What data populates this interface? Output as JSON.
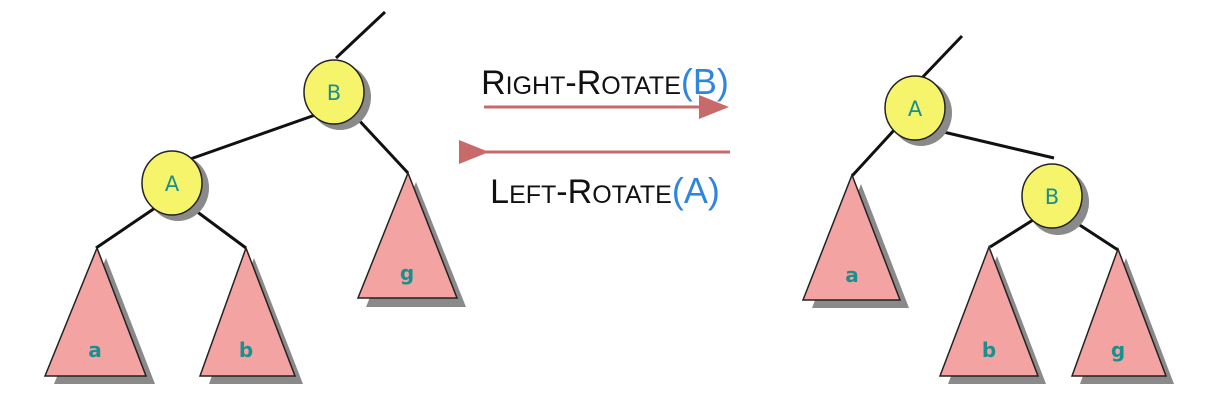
{
  "colors": {
    "node_fill": "#f5f46b",
    "node_stroke": "#222222",
    "leaf_fill": "#f4a3a3",
    "leaf_stroke": "#222222",
    "shadow": "#8a8a8a",
    "edge": "#111111",
    "arrow": "#c96a6a",
    "label_text": "#1a8f8f",
    "op_text": "#111111",
    "op_arg": "#2e86de"
  },
  "operations": {
    "right_rotate": {
      "name_first": "R",
      "name_rest": "IGHT",
      "sep": "-",
      "name2_first": "R",
      "name2_rest": "OTATE",
      "open": "(",
      "arg": "B",
      "close": ")"
    },
    "left_rotate": {
      "name_first": "L",
      "name_rest": "EFT",
      "sep": "-",
      "name2_first": "R",
      "name2_rest": "OTATE",
      "open": "(",
      "arg": "A",
      "close": ")"
    }
  },
  "left_tree": {
    "root": "B",
    "child": "A",
    "subtrees": [
      "a",
      "b",
      "g"
    ]
  },
  "right_tree": {
    "root": "A",
    "child": "B",
    "subtrees": [
      "a",
      "b",
      "g"
    ]
  }
}
